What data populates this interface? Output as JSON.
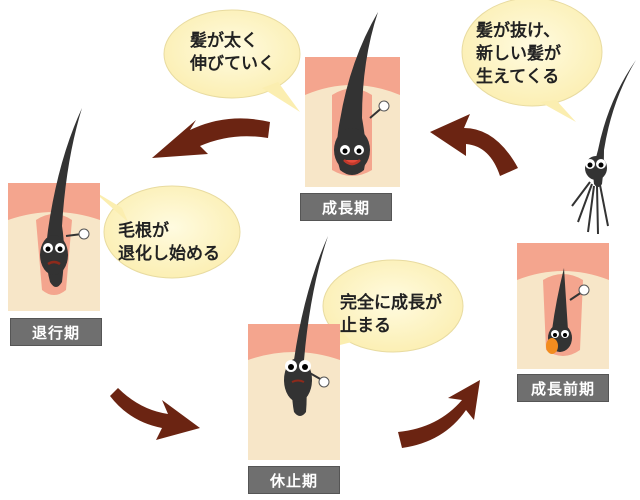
{
  "stages": {
    "growth": {
      "label": "成長期",
      "bubble": "髪が太く\n伸びていく"
    },
    "regression": {
      "label": "退行期",
      "bubble": "毛根が\n退化し始める"
    },
    "rest": {
      "label": "休止期",
      "bubble": "完全に成長が\n止まる"
    },
    "early_growth": {
      "label": "成長前期",
      "bubble": "髪が抜け、\n新しい髪が\n生えてくる"
    }
  },
  "colors": {
    "skin": "#f7e6c8",
    "scalp": "#f4a58e",
    "hair": "#3a3a3a",
    "arrow": "#6b2412",
    "bubble": "#fff7c9",
    "label_bg": "#6f6f6f"
  }
}
